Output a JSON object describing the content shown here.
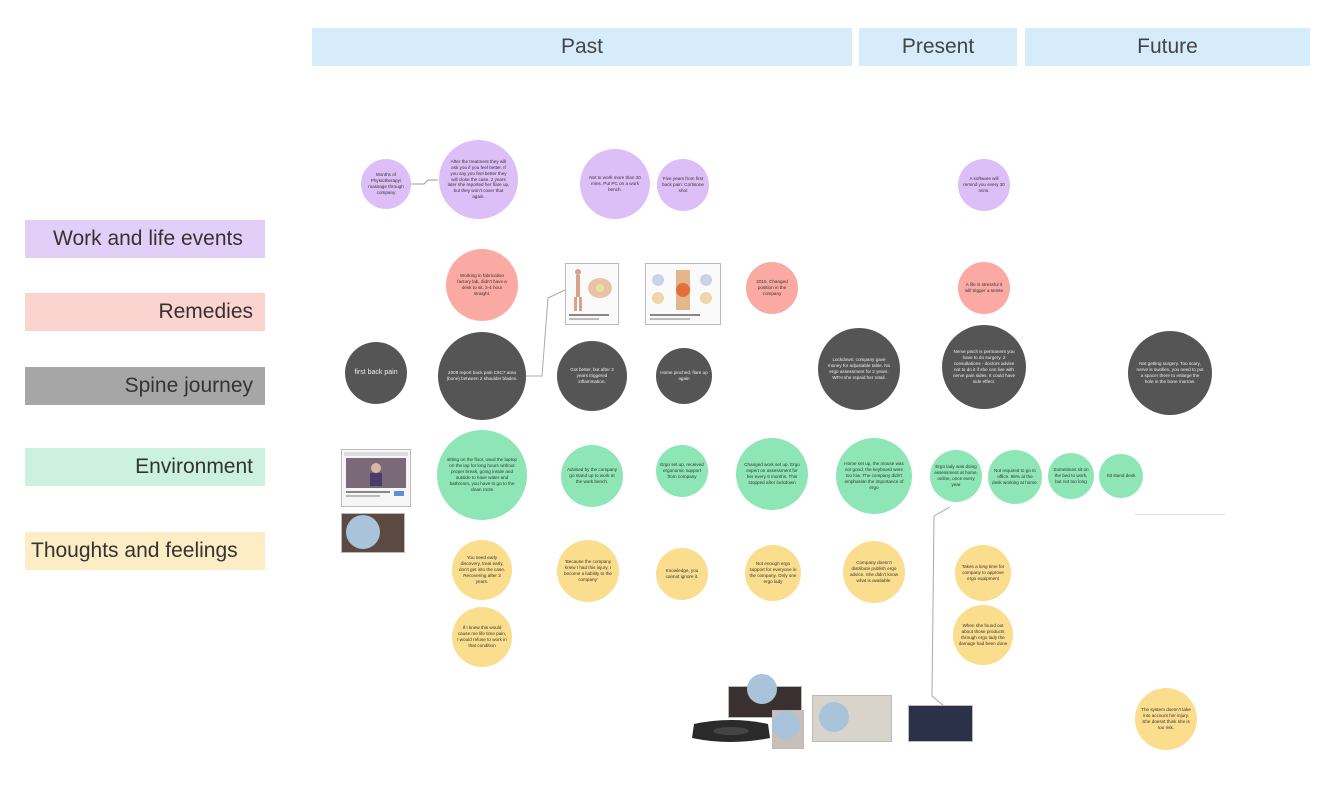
{
  "columns": {
    "past": "Past",
    "present": "Present",
    "future": "Future"
  },
  "lanes": {
    "work": "Work and life events",
    "remedies": "Remedies",
    "spine": "Spine journey",
    "environment": "Environment",
    "thoughts": "Thoughts and feelings"
  },
  "colors": {
    "header": "#d7ecfb",
    "work": "#e2cff8",
    "remedies": "#fbd3cf",
    "spine": "#a6a6a6",
    "environment": "#ccf2df",
    "thoughts": "#fdedc4",
    "work_bubble": "#ddbff7",
    "remedies_bubble": "#fbaaa3",
    "spine_bubble": "#555555",
    "environment_bubble": "#8ee6b6",
    "thoughts_bubble": "#fbdd8e"
  },
  "notes": {
    "w1": "Months of Physiotherapy/ massage through company",
    "w2": "After the treatment they will ask you if you feel better. If you say you feel better they will close the case. 2 years later she reported her flare up, but they won't cover that again.",
    "w3": "Not to work more than 30 mins. Put PC on a work bench.",
    "w4": "Five years from first back pain: Cortisone shot",
    "w5": "A software will remind you every 30 mins.",
    "r1": "Working in fabrication factory lab, didn't have a desk to sit. 3-4 hour straight.",
    "r2": "2015, Changed position in the company",
    "r3": "A life is stressful it will trigger a sense",
    "s1": "first back pain",
    "s2": "2009 report back pain C6C7 area (bone) between 2 shoulder blades.",
    "s3": "Got better, but after 3 years triggered inflammation.",
    "s4": "Home pinched, flare up again",
    "s5": "Lockdown: company gave money for adjustable table. No ergo assessment for 2 years. WFH she repaid her retail.",
    "s6": "Nerve pinch is permanent you have to do surgery. 2 consultations - doctors advise not to do it if she can live with nerve pain sides. It could have side effect.",
    "s7": "Not getting surgery. Too scary, nerve is swollen, you need to put a spacer there to enlarge the hole in the bone marrow.",
    "e1": "sitting on the floor, used the laptop on the lap for long hours without proper break, going inside and outside to have water and bathroom, you have to go to the clean room",
    "e2": "Advised by the company go stand up to work at the work bench.",
    "e3": "Ergo set up, received ergonomic support from company",
    "e4": "Changed work set up. Ergo expert on assessment for her every 6 months. This stopped after lockdown",
    "e5": "Home set up, the mouse was not good, the keyboard were too low. The company didn't emphasise the importance of ergo",
    "e6": "Ergo lady was doing assessment at home, online, once every year",
    "e7": "Not required to go to office. 98% at the desk working at home.",
    "e8": "Sometimes sit on the bed to work, but not too long",
    "e9": "Sit stand desk",
    "t1": "You need early discovery, treat early, don't get into the case. Recovering after 3 years.",
    "t2": "If I knew this would cause me life time pain, I would refuse to work in that condition",
    "t3": "'Because the company knew I had this injury, I become a liability to the company'",
    "t4": "Knowledge, you cannot ignore it.",
    "t5": "Not enough ergo support for everyone in the company. Only one ergo lady",
    "t6": "Company doesn't distribute publish ergo advice. She didn't know what is available.",
    "t7": "Takes a long time for company to approve ergo equipment",
    "t8": "When she found out about those products through ergo lady the damage had been done",
    "t9": "The system doesn't take into account her injury. She doesnt think she is too risk."
  }
}
